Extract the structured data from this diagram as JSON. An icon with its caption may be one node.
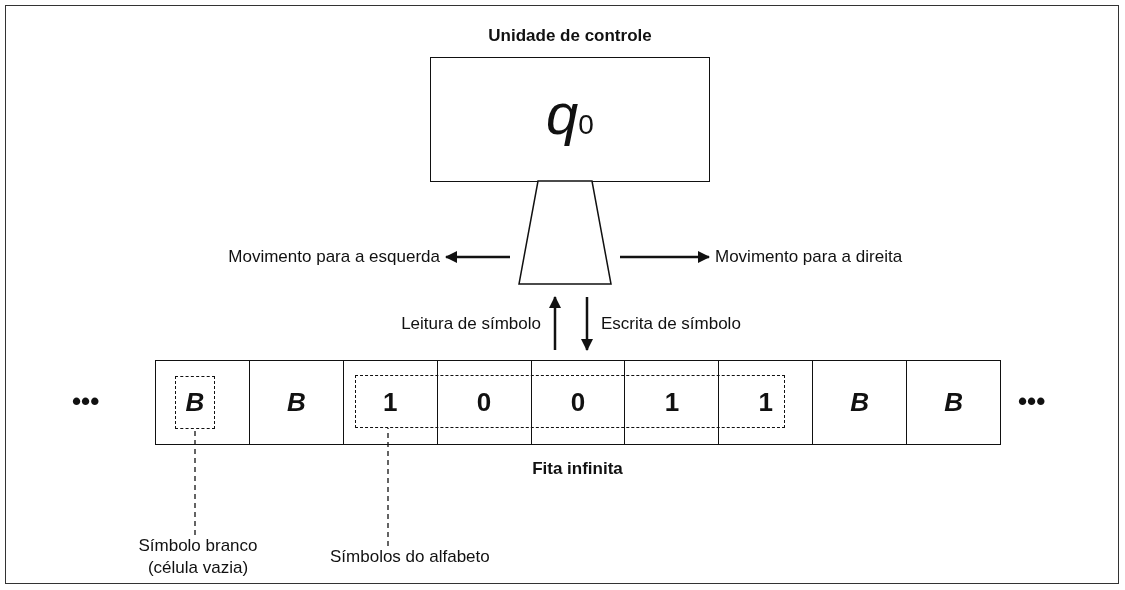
{
  "diagram": {
    "nodes": [
      {
        "text": [
          "Unidade de controle",
          "*q*$_{0}$"
        ]
      },
      {
        "text": [],
        "shape": "trapezoid"
      },
      {
        "text": [
          "Movimento para a esquerda"
        ]
      },
      {
        "text": [
          "Movimento para a direita"
        ]
      },
      {
        "text": [
          "Fita infinita"
        ]
      },
      {
        "text": [],
        "shape": "box",
        "in": 4
      },
      {
        "text": [
          "B"
        ],
        "in": 4
      },
      {
        "text": [
          "1"
        ],
        "in": 4
      },
      {
        "text": [
          "0"
        ],
        "in": 4
      },
      {
        "text": [
          "0"
        ],
        "in": 4
      },
      {
        "text": [
          "1"
        ],
        "in": 4
      },
      {
        "text": [
          "1"
        ],
        "in": 4
      },
      {
        "text": [
          "B"
        ],
        "in": 4
      },
      {
        "text": [
          "B"
        ],
        "in": 4
      },
      {
        "text": [
          "B"
        ],
        "in": 5
      },
      {
        "text": [],
        "shape": "box",
        "in": 4
      },
      {
        "text": [
          "Símbolo branco (célula vazia)"
        ]
      },
      {
        "text": [
          "Símbolos do alfabeto"
        ]
      }
    ],
    "edges": [
      {
        "from": 1,
        "to": 2,
        "arrow": "to"
      },
      {
        "from": 1,
        "to": 3,
        "arrow": "to"
      },
      {
        "from": 9,
        "to": 1,
        "arrow": "to",
        "label": "Leitura de símbolo"
      },
      {
        "from": 1,
        "to": 9,
        "arrow": "to",
        "label": "Escrita de símbolo"
      },
      {
        "from": 16,
        "to": 14,
        "arrow": "none",
        "style": "dashed"
      },
      {
        "from": 17,
        "to": 15,
        "arrow": "none",
        "style": "dashed"
      }
    ],
    "labels": [
      "•••",
      "•••"
    ]
  }
}
